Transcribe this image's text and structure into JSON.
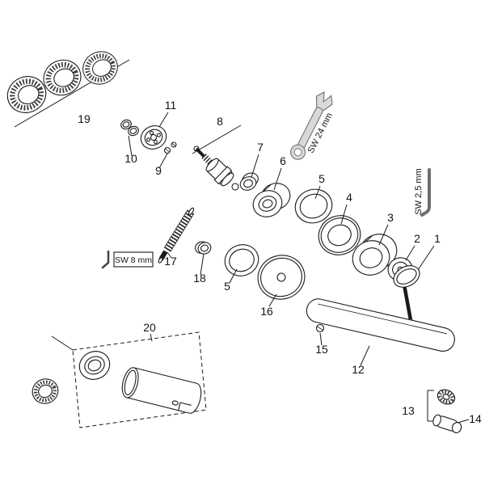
{
  "diagram": {
    "type": "exploded-parts-diagram",
    "background": "#ffffff",
    "line_color": "#1a1a1a",
    "tool_fill": "#d9d9d9",
    "tool_stroke": "#7a7a7a"
  },
  "part_numbers": {
    "n1": "1",
    "n2": "2",
    "n3": "3",
    "n4": "4",
    "n5_upper": "5",
    "n5_lower": "5",
    "n6": "6",
    "n7": "7",
    "n8": "8",
    "n9": "9",
    "n10": "10",
    "n11": "11",
    "n12": "12",
    "n13": "13",
    "n14": "14",
    "n15": "15",
    "n16": "16",
    "n17": "17",
    "n18": "18",
    "n19": "19",
    "n20": "20"
  },
  "tool_labels": {
    "wrench": "SW 24 mm",
    "allen_key_small": "SW 2,5 mm",
    "allen_key_medium": "SW 8 mm"
  }
}
